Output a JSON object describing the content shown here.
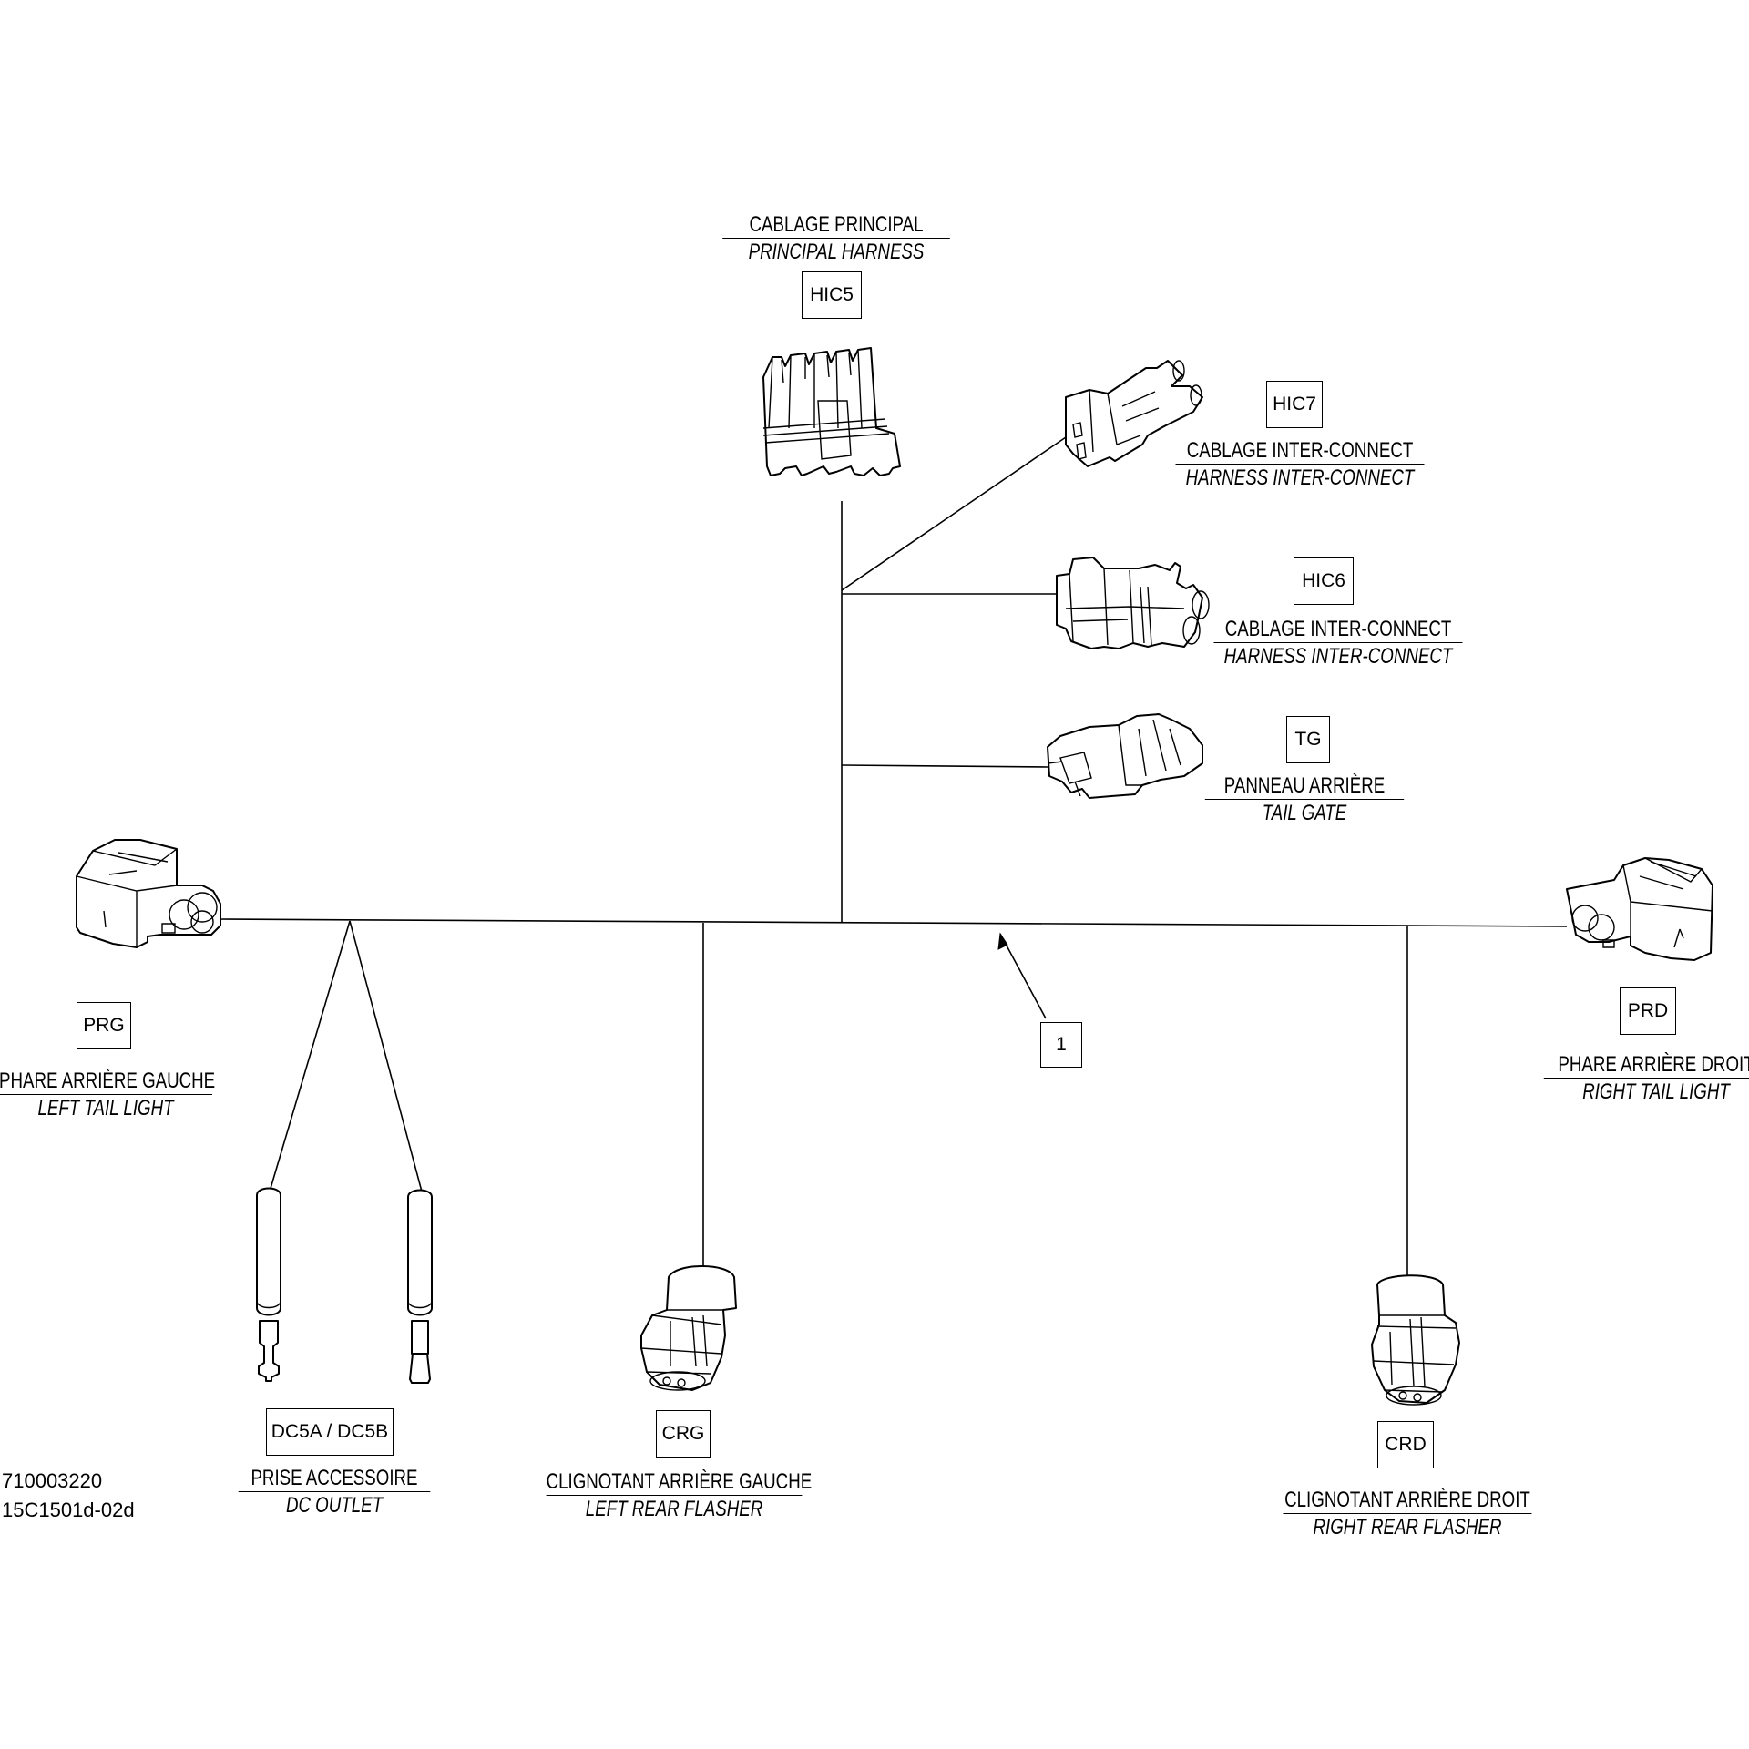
{
  "connectors": {
    "hic5": {
      "code": "HIC5",
      "fr": "CABLAGE PRINCIPAL",
      "en": "PRINCIPAL HARNESS"
    },
    "hic7": {
      "code": "HIC7",
      "fr": "CABLAGE INTER-CONNECT",
      "en": "HARNESS INTER-CONNECT"
    },
    "hic6": {
      "code": "HIC6",
      "fr": "CABLAGE INTER-CONNECT",
      "en": "HARNESS INTER-CONNECT"
    },
    "tg": {
      "code": "TG",
      "fr": "PANNEAU ARRIÈRE",
      "en": "TAIL GATE"
    },
    "prg": {
      "code": "PRG",
      "fr": "PHARE ARRIÈRE GAUCHE",
      "en": "LEFT TAIL LIGHT"
    },
    "prd": {
      "code": "PRD",
      "fr": "PHARE ARRIÈRE DROIT",
      "en": "RIGHT TAIL LIGHT"
    },
    "dc5": {
      "code": "DC5A / DC5B",
      "fr": "PRISE ACCESSOIRE",
      "en": "DC OUTLET"
    },
    "crg": {
      "code": "CRG",
      "fr": "CLIGNOTANT ARRIÈRE GAUCHE",
      "en": "LEFT REAR FLASHER"
    },
    "crd": {
      "code": "CRD",
      "fr": "CLIGNOTANT ARRIÈRE DROIT",
      "en": "RIGHT REAR FLASHER"
    }
  },
  "callout": {
    "number": "1"
  },
  "reference": {
    "part_number": "710003220",
    "drawing_id": "15C1501d-02d"
  }
}
